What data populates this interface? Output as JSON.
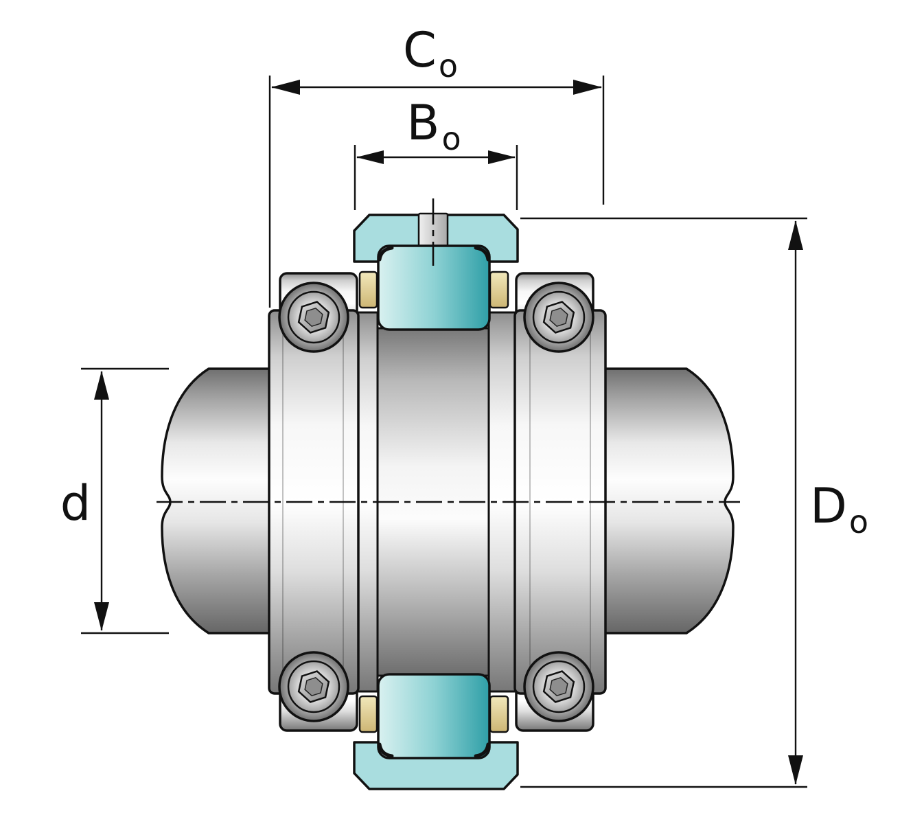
{
  "diagram": {
    "description": "Sectioned technical drawing of a shaft-mounted split bearing unit with four dimension callouts"
  },
  "dimensions": {
    "outer_width": {
      "main": "C",
      "sub": "o"
    },
    "inner_width": {
      "main": "B",
      "sub": "o"
    },
    "shaft_diameter": {
      "main": "d",
      "sub": ""
    },
    "outer_diameter": {
      "main": "D",
      "sub": "o"
    }
  },
  "colors": {
    "outline": "#111111",
    "background": "#ffffff",
    "teal_light": "#d9f1f0",
    "teal_mid": "#8ed2d4",
    "teal_dark": "#2f9fa7",
    "cap_teal": "#a9dddf",
    "brass_light": "#f2e8bb",
    "brass_dark": "#cdb674"
  }
}
